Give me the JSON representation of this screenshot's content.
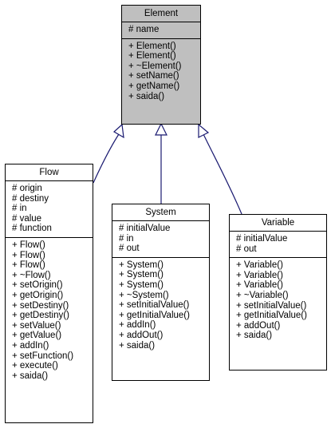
{
  "classes": {
    "element": {
      "name": "Element",
      "attributes": [
        "# name"
      ],
      "methods": [
        "+ Element()",
        "+ Element()",
        "+ ~Element()",
        "+ setName()",
        "+ getName()",
        "+ saida()"
      ]
    },
    "flow": {
      "name": "Flow",
      "attributes": [
        "# origin",
        "# destiny",
        "# in",
        "# value",
        "# function"
      ],
      "methods": [
        "+ Flow()",
        "+ Flow()",
        "+ Flow()",
        "+ ~Flow()",
        "+ setOrigin()",
        "+ getOrigin()",
        "+ setDestiny()",
        "+ getDestiny()",
        "+ setValue()",
        "+ getValue()",
        "+ addIn()",
        "+ setFunction()",
        "+ execute()",
        "+ saida()"
      ]
    },
    "system": {
      "name": "System",
      "attributes": [
        "# initialValue",
        "# in",
        "# out"
      ],
      "methods": [
        "+ System()",
        "+ System()",
        "+ System()",
        "+ ~System()",
        "+ setInitialValue()",
        "+ getInitialValue()",
        "+ addIn()",
        "+ addOut()",
        "+ saida()"
      ]
    },
    "variable": {
      "name": "Variable",
      "attributes": [
        "# initialValue",
        "# out"
      ],
      "methods": [
        "+ Variable()",
        "+ Variable()",
        "+ Variable()",
        "+ ~Variable()",
        "+ setInitialValue()",
        "+ getInitialValue()",
        "+ addOut()",
        "+ saida()"
      ]
    }
  },
  "colors": {
    "edge": "#191970",
    "base_fill": "#bfbfbf",
    "fill": "#ffffff"
  }
}
